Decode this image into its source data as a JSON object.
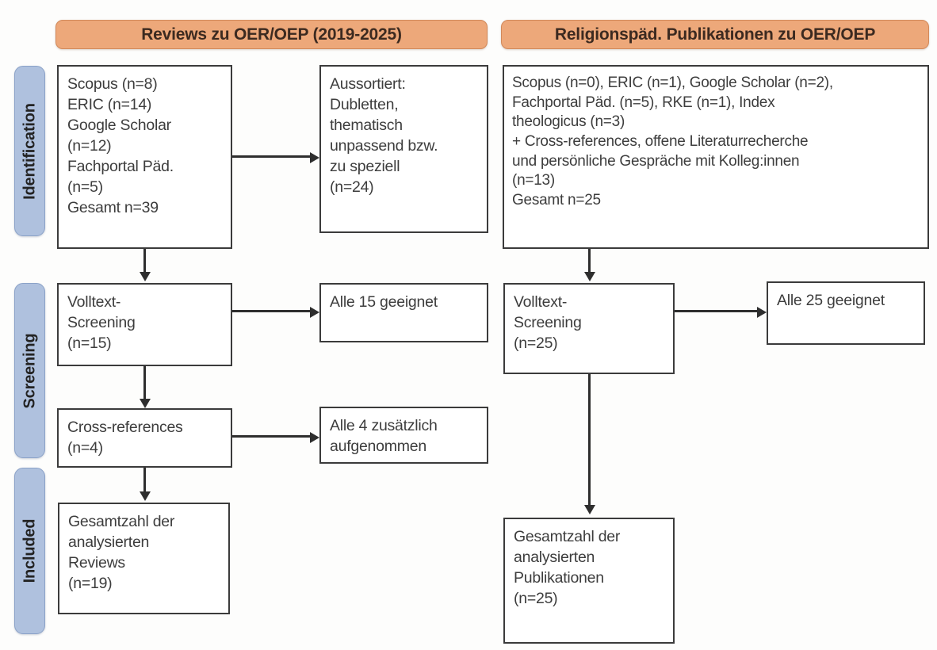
{
  "figure": {
    "type": "prisma-flow-diagram",
    "columns": [
      {
        "id": "reviews",
        "header": "Reviews zu OER/OEP (2019-2025)"
      },
      {
        "id": "religionspaed",
        "header": "Religionspäd. Publikationen zu OER/OEP"
      }
    ],
    "phases": [
      {
        "id": "identification",
        "label": "Identification"
      },
      {
        "id": "screening",
        "label": "Screening"
      },
      {
        "id": "included",
        "label": "Included"
      }
    ],
    "colors": {
      "header_fill": "#eda87a",
      "header_border": "#d2895a",
      "phase_fill": "#afc1de",
      "phase_border": "#8ba2c8",
      "box_border": "#3b3b3b",
      "text": "#3d3d3d",
      "connector": "#2e2e2e"
    }
  },
  "left": {
    "identification_box": "Scopus (n=8)\nERIC (n=14)\nGoogle Scholar\n(n=12)\nFachportal Päd.\n(n=5)\nGesamt n=39",
    "excluded_box": "Aussortiert:\nDubletten,\nthematisch\nunpassend bzw.\nzu speziell\n(n=24)",
    "screening_box": "Volltext-\nScreening\n(n=15)",
    "screening_result_box": "Alle 15 geeignet",
    "crossref_box": "Cross-references\n(n=4)",
    "crossref_result_box": "Alle 4 zusätzlich\naufgenommen",
    "included_box": "Gesamtzahl der\nanalysierten\nReviews\n(n=19)"
  },
  "right": {
    "identification_box": "Scopus (n=0), ERIC (n=1), Google Scholar (n=2),\nFachportal Päd. (n=5), RKE (n=1), Index\ntheologicus (n=3)\n+ Cross-references, offene Literaturrecherche\nund persönliche Gespräche mit Kolleg:innen\n(n=13)\nGesamt n=25",
    "screening_box": "Volltext-\nScreening\n(n=25)",
    "screening_result_box": "Alle 25 geeignet",
    "included_box": "Gesamtzahl der\nanalysierten\nPublikationen\n(n=25)"
  },
  "counts": {
    "left_scopus": 8,
    "left_eric": 14,
    "left_google_scholar": 12,
    "left_fachportal": 5,
    "left_total": 39,
    "left_excluded": 24,
    "left_fulltext_screening": 15,
    "left_crossreferences": 4,
    "left_included": 19,
    "right_scopus": 0,
    "right_eric": 1,
    "right_google_scholar": 2,
    "right_fachportal": 5,
    "right_rke": 1,
    "right_index_theologicus": 3,
    "right_additional": 13,
    "right_total": 25,
    "right_fulltext_screening": 25,
    "right_included": 25
  }
}
